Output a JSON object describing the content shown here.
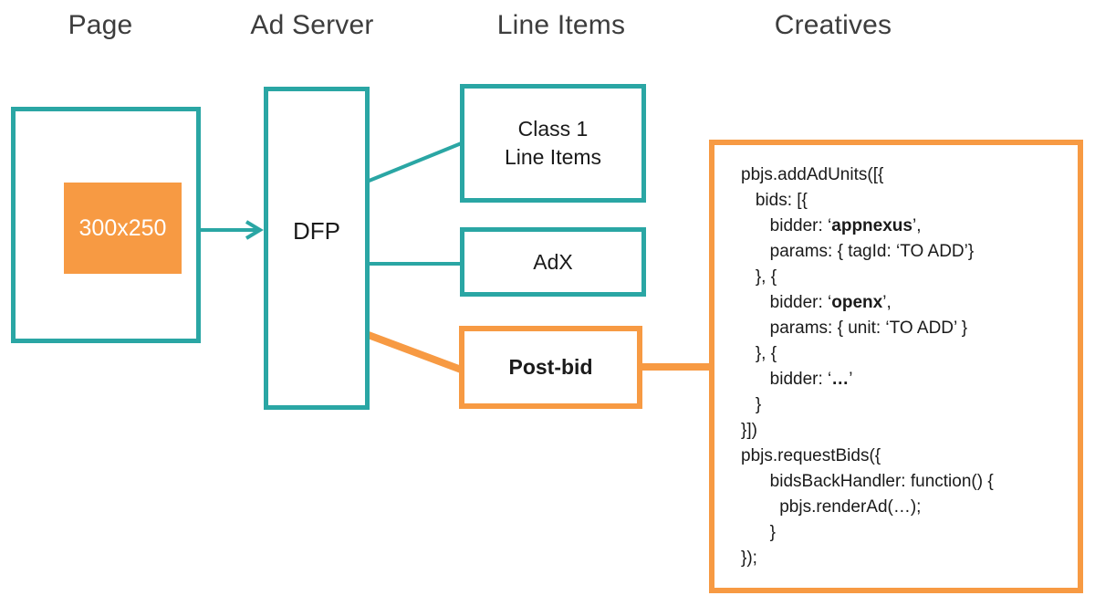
{
  "colors": {
    "teal": "#2aa6a4",
    "orange": "#f79a43",
    "header_text": "#3d3d3d",
    "box_text": "#1a1a1a",
    "ad_slot_text": "#ffffff"
  },
  "headers": {
    "page": "Page",
    "ad_server": "Ad Server",
    "line_items": "Line Items",
    "creatives": "Creatives"
  },
  "page_column": {
    "ad_slot_label": "300x250"
  },
  "ad_server_column": {
    "dfp_label": "DFP"
  },
  "line_items_column": {
    "class1_line1": "Class 1",
    "class1_line2": "Line Items",
    "adx_label": "AdX",
    "postbid_label": "Post-bid"
  },
  "creatives": {
    "code_lines": [
      [
        {
          "t": "pbjs.addAdUnits([{",
          "b": false
        }
      ],
      [
        {
          "t": "   bids: [{",
          "b": false
        }
      ],
      [
        {
          "t": "      bidder: ‘",
          "b": false
        },
        {
          "t": "appnexus",
          "b": true
        },
        {
          "t": "’,",
          "b": false
        }
      ],
      [
        {
          "t": "      params: { tagId: ‘TO ADD’}",
          "b": false
        }
      ],
      [
        {
          "t": "   }, {",
          "b": false
        }
      ],
      [
        {
          "t": "      bidder: ‘",
          "b": false
        },
        {
          "t": "openx",
          "b": true
        },
        {
          "t": "’,",
          "b": false
        }
      ],
      [
        {
          "t": "      params: { unit: ‘TO ADD’ }",
          "b": false
        }
      ],
      [
        {
          "t": "   }, {",
          "b": false
        }
      ],
      [
        {
          "t": "      bidder: ‘",
          "b": false
        },
        {
          "t": "…",
          "b": true
        },
        {
          "t": "’",
          "b": false
        }
      ],
      [
        {
          "t": "   }",
          "b": false
        }
      ],
      [
        {
          "t": "}])",
          "b": false
        }
      ],
      [
        {
          "t": "pbjs.requestBids({",
          "b": false
        }
      ],
      [
        {
          "t": "      bidsBackHandler: function() {",
          "b": false
        }
      ],
      [
        {
          "t": "        pbjs.renderAd(…);",
          "b": false
        }
      ],
      [
        {
          "t": "      }",
          "b": false
        }
      ],
      [
        {
          "t": "});",
          "b": false
        }
      ]
    ]
  }
}
